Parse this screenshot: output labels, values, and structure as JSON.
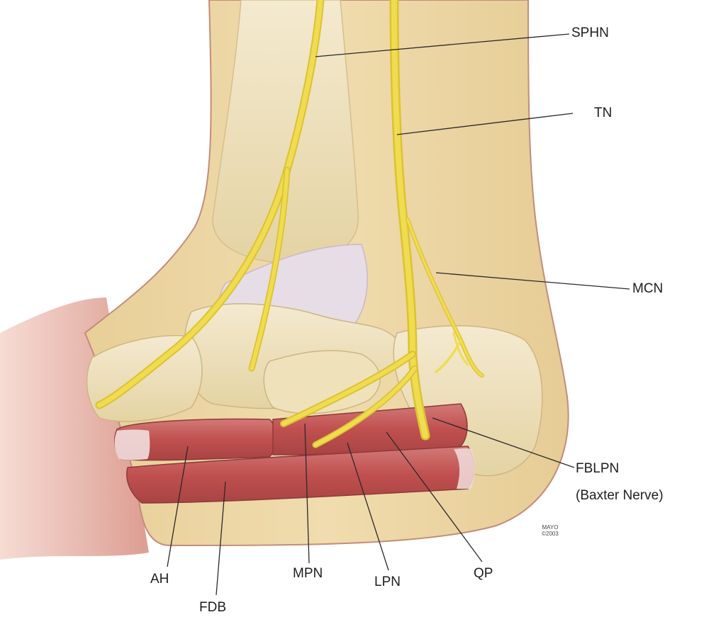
{
  "labels": {
    "sphn": "SPHN",
    "tn": "TN",
    "mcn": "MCN",
    "fblpn": "FBLPN",
    "fblpn_sub": "(Baxter Nerve)",
    "ah": "AH",
    "fdb": "FDB",
    "mpn": "MPN",
    "lpn": "LPN",
    "qp": "QP"
  },
  "mark": {
    "line1": "MAYO",
    "line2": "©2003"
  },
  "colors": {
    "skin": "#ecd7a8",
    "bone": "#f1e6c0",
    "nerve": "#f0dc50",
    "muscle": "#c9605f",
    "ligament": "#e3dbe3"
  }
}
